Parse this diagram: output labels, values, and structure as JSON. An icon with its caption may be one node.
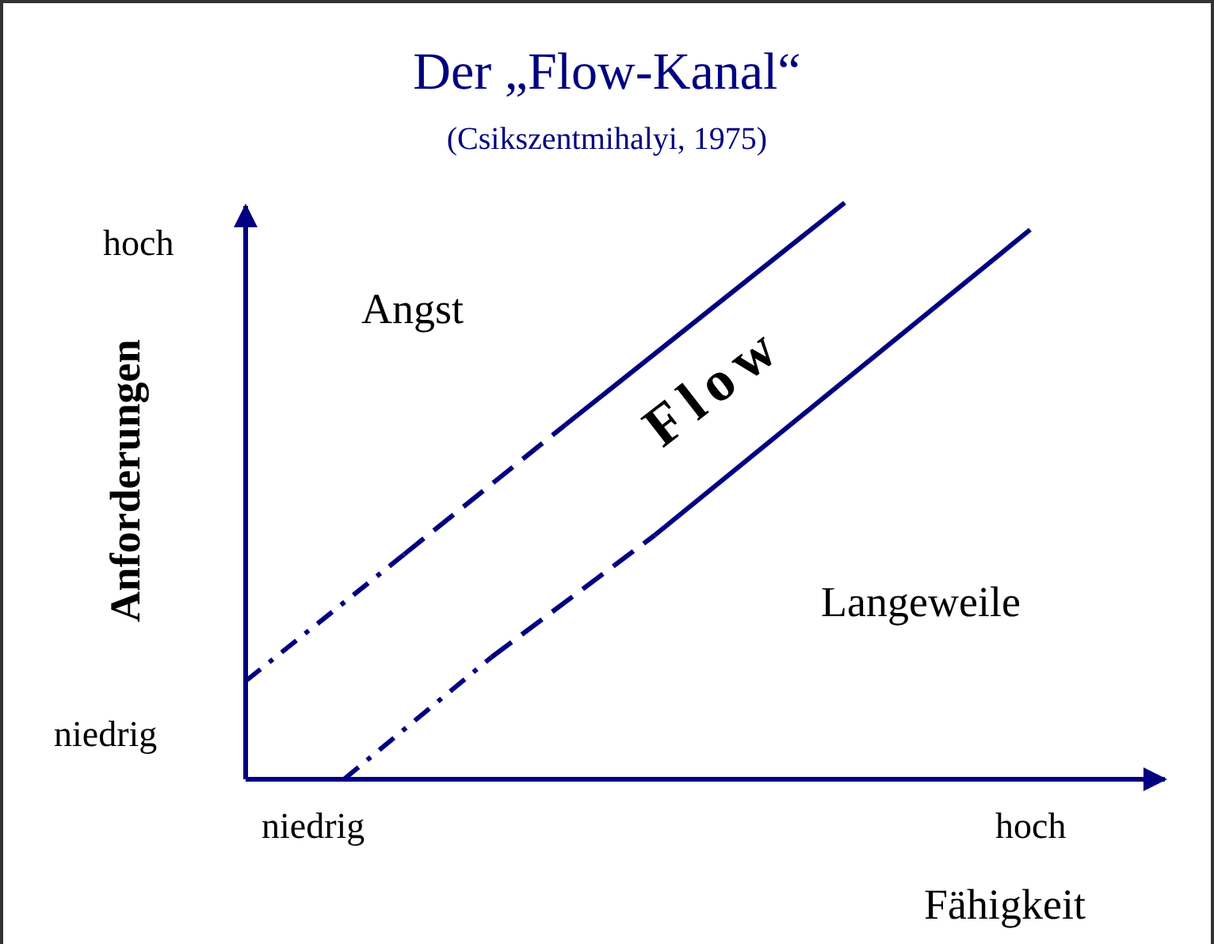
{
  "diagram": {
    "title": "Der „Flow-Kanal“",
    "labels": [
      "(Csikszentmihalyi, 1975)",
      "hoch",
      "Angst",
      "Flow",
      "Anforderungen",
      "Langeweile",
      "niedrig",
      "niedrig",
      "hoch",
      "Fähigkeit"
    ]
  }
}
